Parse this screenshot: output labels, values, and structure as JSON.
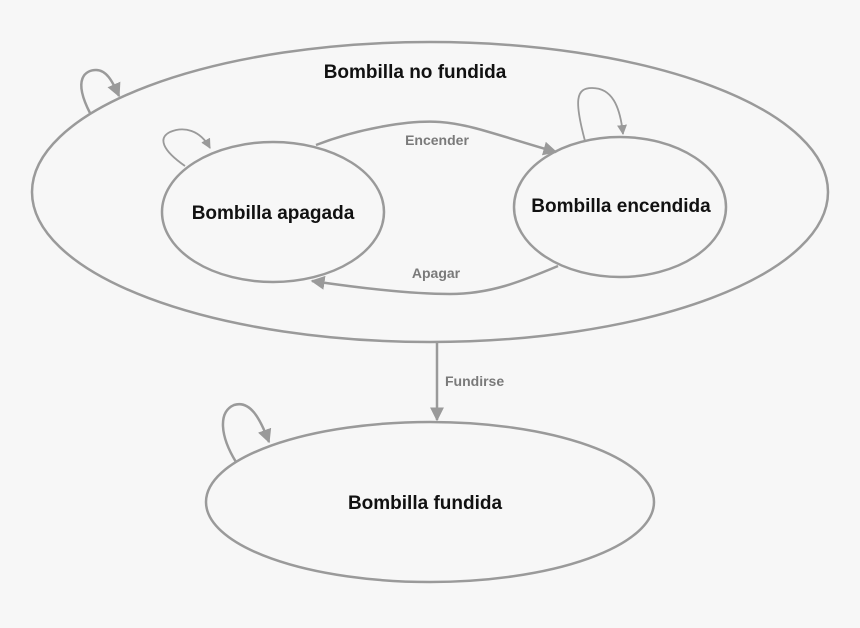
{
  "diagram": {
    "type": "state-machine",
    "colors": {
      "background": "#f7f7f7",
      "stroke": "#9a9a9a",
      "state_text": "#111111",
      "edge_text": "#7a7a7a"
    },
    "states": {
      "composite": {
        "label": "Bombilla no fundida"
      },
      "off": {
        "label": "Bombilla apagada"
      },
      "on": {
        "label": "Bombilla encendida"
      },
      "blown": {
        "label": "Bombilla fundida"
      }
    },
    "transitions": {
      "turn_on": {
        "label": "Encender",
        "from": "Bombilla apagada",
        "to": "Bombilla encendida"
      },
      "turn_off": {
        "label": "Apagar",
        "from": "Bombilla encendida",
        "to": "Bombilla apagada"
      },
      "blow": {
        "label": "Fundirse",
        "from": "Bombilla no fundida",
        "to": "Bombilla fundida"
      }
    },
    "self_loops": [
      "Bombilla no fundida",
      "Bombilla apagada",
      "Bombilla encendida",
      "Bombilla fundida"
    ]
  }
}
